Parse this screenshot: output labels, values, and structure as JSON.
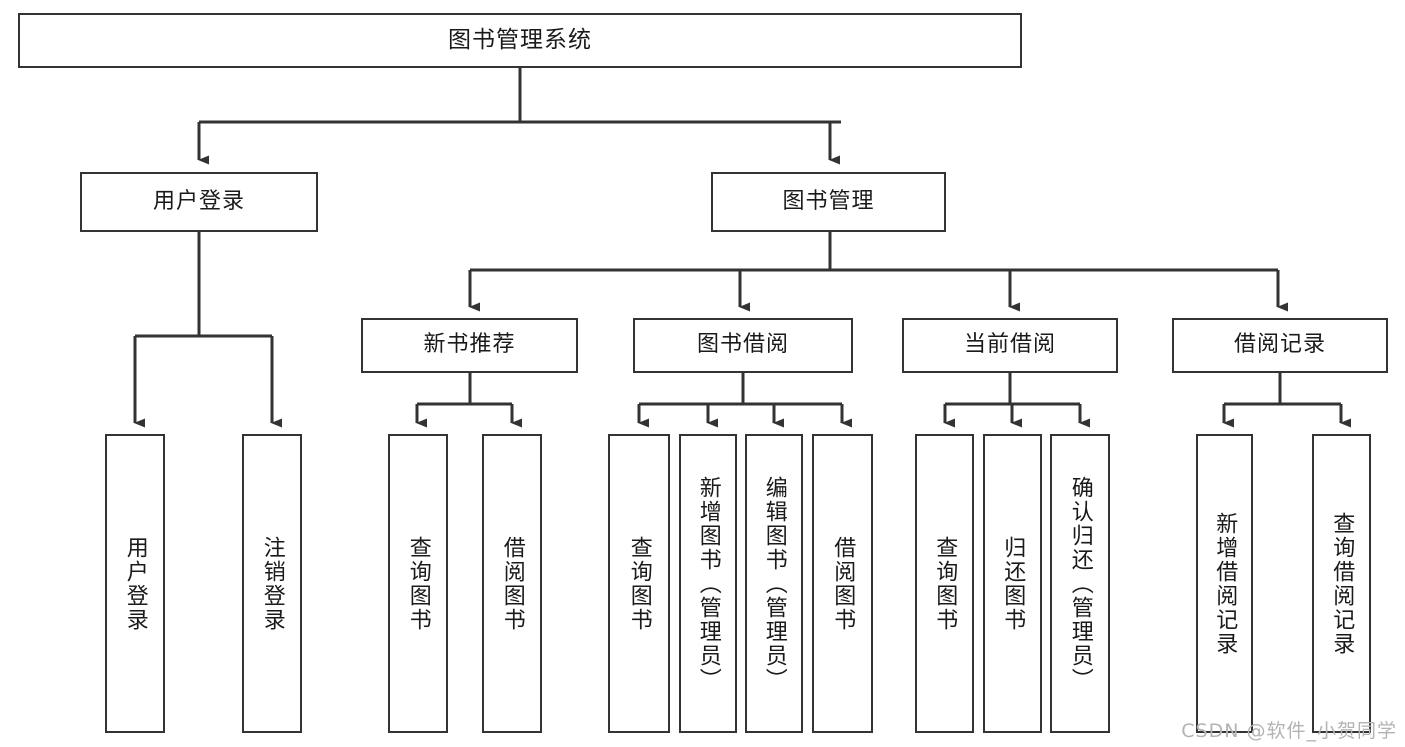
{
  "diagram": {
    "title": "图书管理系统",
    "watermark": "CSDN @软件_小贺同学",
    "colors": {
      "box_border": "#333333",
      "box_fill": "#ffffff",
      "line": "#333333",
      "text": "#1a1a1a",
      "watermark": "#b3b3b3"
    },
    "root": {
      "label": "图书管理系统"
    },
    "level1": [
      {
        "label": "用户登录"
      },
      {
        "label": "图书管理"
      }
    ],
    "level2": [
      {
        "label": "新书推荐"
      },
      {
        "label": "图书借阅"
      },
      {
        "label": "当前借阅"
      },
      {
        "label": "借阅记录"
      }
    ],
    "leaves": {
      "user_login": [
        {
          "label": "用户登录"
        },
        {
          "label": "注销登录"
        }
      ],
      "new_book_recommend": [
        {
          "label": "查询图书"
        },
        {
          "label": "借阅图书"
        }
      ],
      "book_borrow": [
        {
          "label": "查询图书"
        },
        {
          "label": "新增图书（管理员）"
        },
        {
          "label": "编辑图书（管理员）"
        },
        {
          "label": "借阅图书"
        }
      ],
      "current_borrow": [
        {
          "label": "查询图书"
        },
        {
          "label": "归还图书"
        },
        {
          "label": "确认归还（管理员）"
        }
      ],
      "borrow_record": [
        {
          "label": "新增借阅记录"
        },
        {
          "label": "查询借阅记录"
        }
      ]
    }
  }
}
